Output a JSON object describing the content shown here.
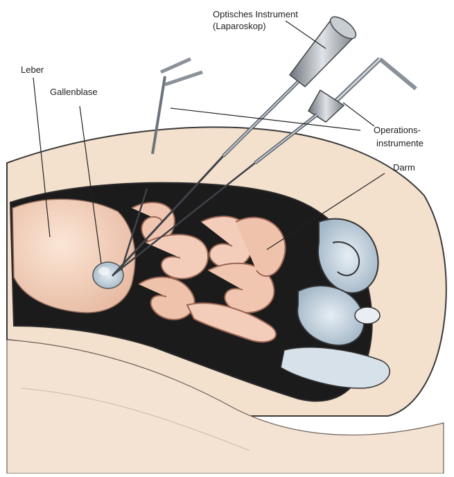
{
  "labels": {
    "leber": "Leber",
    "gallenblase": "Gallenblase",
    "optisches_line1": "Optisches Instrument",
    "optisches_line2": "(Laparoskop)",
    "operations_line1": "Operations-",
    "operations_line2": "instrumente",
    "darm": "Darm"
  },
  "colors": {
    "background": "#ffffff",
    "tissue": "#f2dcc6",
    "skin_outline": "#3a3a3a",
    "cavity_dark": "#161616",
    "organ_pink": "#f3cdb9",
    "organ_shadow": "#b9796a",
    "blue_organ": "#c9d7e2",
    "instrument_metal": "#aab0b8",
    "instrument_dark": "#5a6068",
    "leader_line": "#222222"
  }
}
